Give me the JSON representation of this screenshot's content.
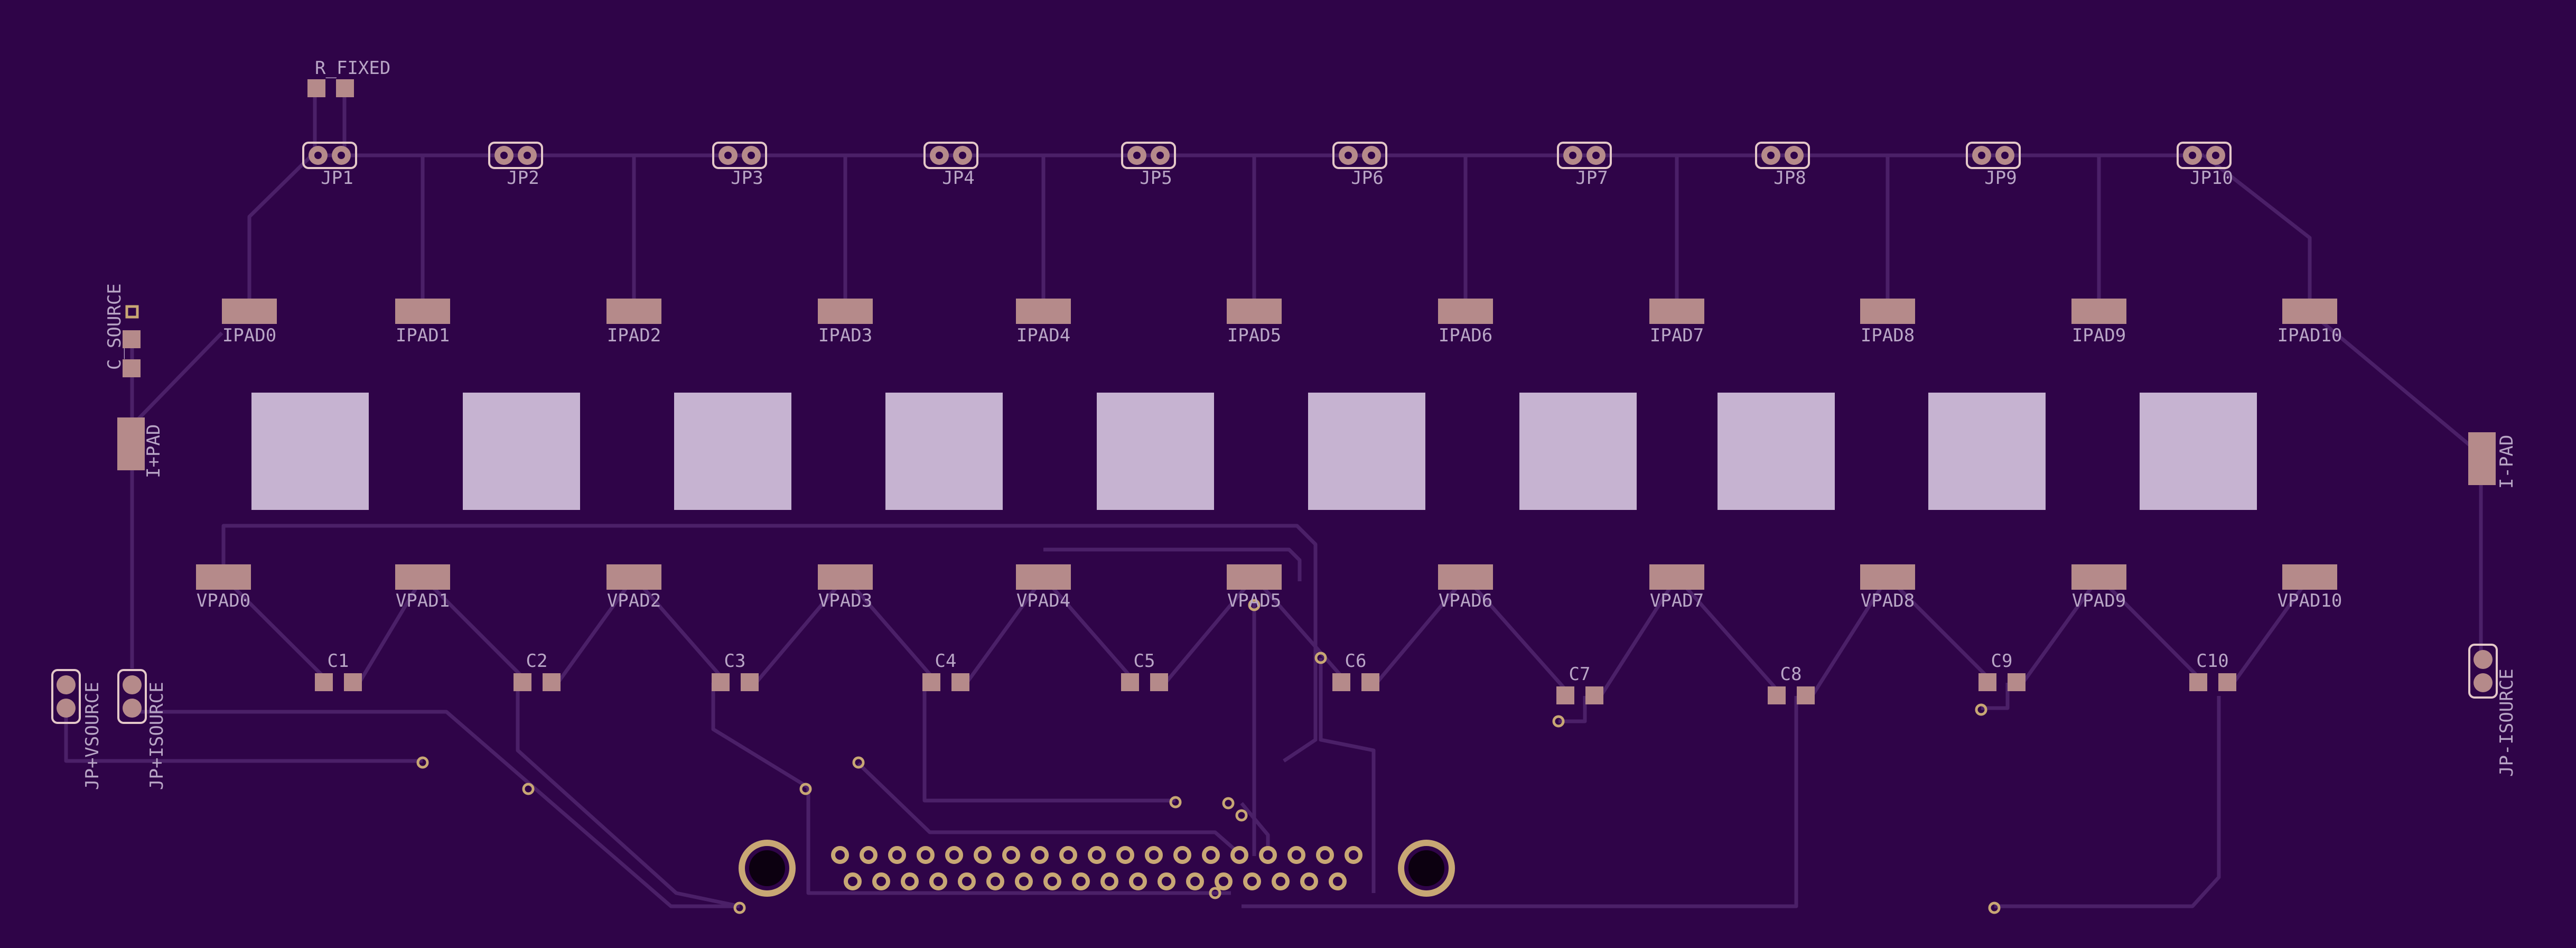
{
  "colors": {
    "board": "#2f0448",
    "trace": "#4b2068",
    "pad": "#b58a8a",
    "pad_outline": "#e4c8c8",
    "sensor": "#c6b3d1",
    "silk": "#b9a6c6",
    "via_ring": "#c8a774",
    "hole": "#0c0010"
  },
  "labels": {
    "r_fixed": "R_FIXED",
    "c_source": "C_SOURCE",
    "i_plus_pad": "I+PAD",
    "i_minus_pad": "I-PAD",
    "jp_vsource": "JP+VSOURCE",
    "jp_isource": "JP+ISOURCE",
    "jp_minus_isource": "JP-ISOURCE"
  },
  "jumpers": [
    "JP1",
    "JP2",
    "JP3",
    "JP4",
    "JP5",
    "JP6",
    "JP7",
    "JP8",
    "JP9",
    "JP10"
  ],
  "ipads": [
    "IPAD0",
    "IPAD1",
    "IPAD2",
    "IPAD3",
    "IPAD4",
    "IPAD5",
    "IPAD6",
    "IPAD7",
    "IPAD8",
    "IPAD9",
    "IPAD10"
  ],
  "vpads": [
    "VPAD0",
    "VPAD1",
    "VPAD2",
    "VPAD3",
    "VPAD4",
    "VPAD5",
    "VPAD6",
    "VPAD7",
    "VPAD8",
    "VPAD9",
    "VPAD10"
  ],
  "capacitors": [
    "C1",
    "C2",
    "C3",
    "C4",
    "C5",
    "C6",
    "C7",
    "C8",
    "C9",
    "C10"
  ],
  "sensor_pad_count": 10,
  "connector": {
    "top_row_pins": 19,
    "bottom_row_pins": 18
  }
}
